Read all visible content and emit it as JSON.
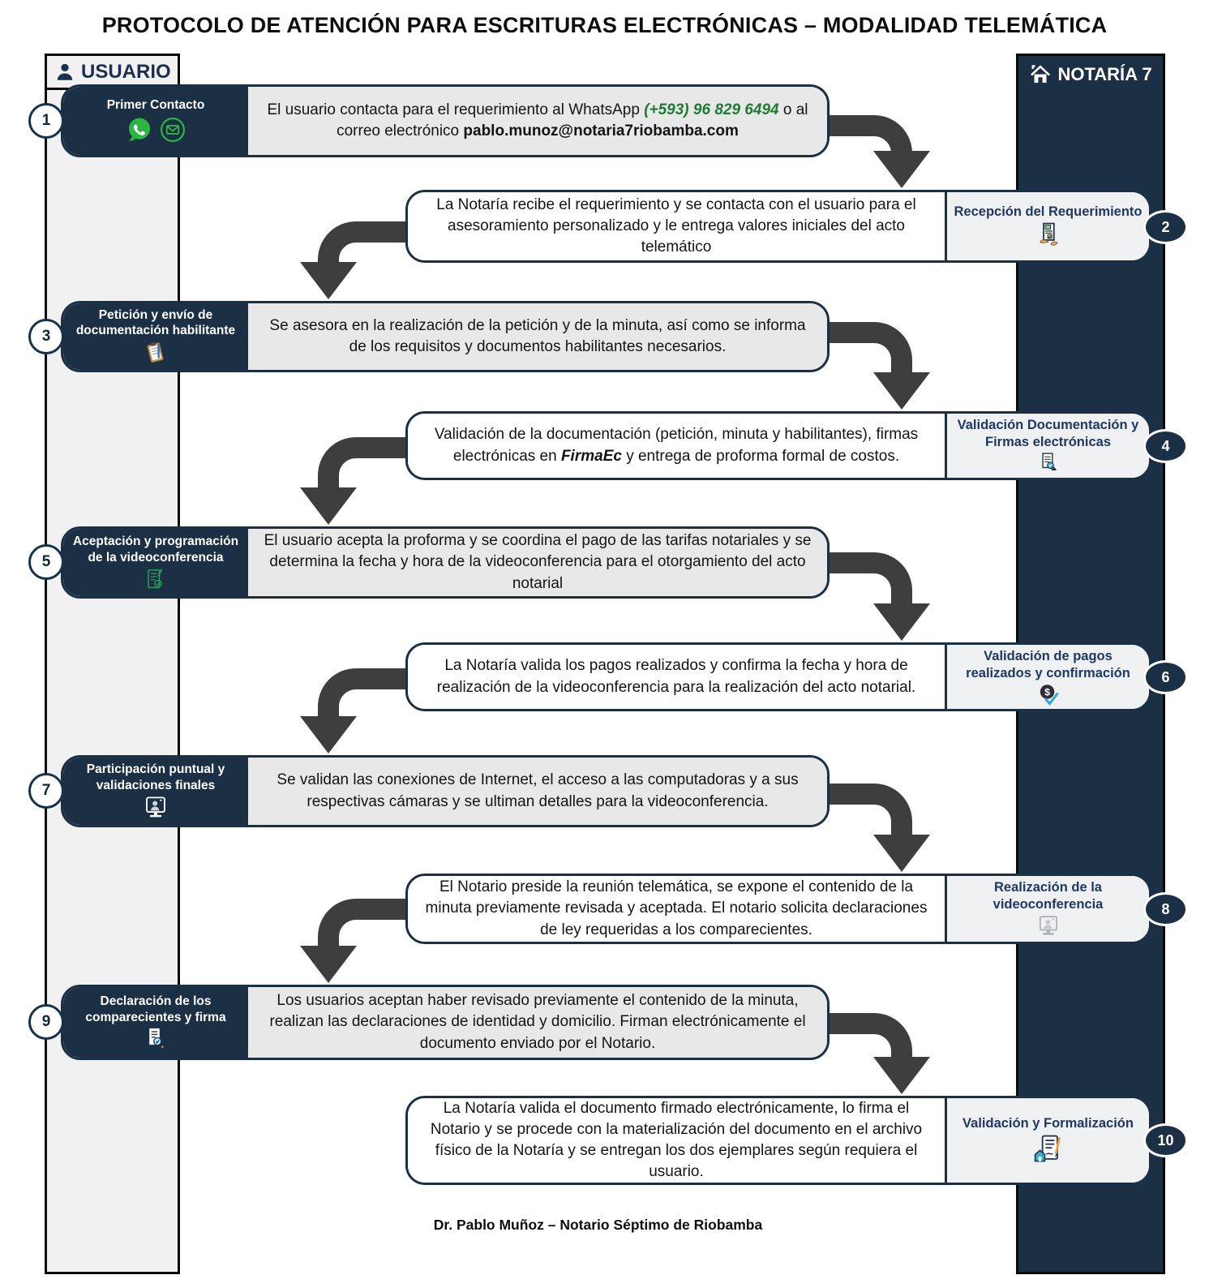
{
  "title": "PROTOCOLO DE ATENCIÓN PARA ESCRITURAS ELECTRÓNICAS – MODALIDAD TELEMÁTICA",
  "user_column": {
    "label": "USUARIO",
    "icon": "user-icon"
  },
  "notaria_column": {
    "label": "NOTARÍA 7",
    "icon": "house-icon"
  },
  "footer": "Dr. Pablo Muñoz – Notario Séptimo de Riobamba",
  "colors": {
    "navy": "#1b2f45",
    "label_text_navy": "#1f3864",
    "whatsapp_green": "#2db742",
    "phone_text_green": "#1e7b34",
    "arrow_gray": "#3e3e3e",
    "user_column_gray": "#f1f1f1",
    "left_box_gray": "#e8e8e8"
  },
  "steps": [
    {
      "num": "1",
      "side": "left",
      "label": "Primer Contacto",
      "icons": [
        "whatsapp-icon",
        "email-icon"
      ],
      "text_prefix": "El usuario contacta para el requerimiento al WhatsApp ",
      "whatsapp": "(+593) 96 829 6494",
      "text_middle": " o al correo electrónico ",
      "email": "pablo.munoz@notaria7riobamba.com"
    },
    {
      "num": "2",
      "side": "right",
      "label": "Recepción del Requerimiento",
      "icons": [
        "receipt-in-hands-icon"
      ],
      "text": "La Notaría recibe el requerimiento y se contacta con el usuario para el asesoramiento personalizado y le entrega valores iniciales del acto telemático"
    },
    {
      "num": "3",
      "side": "left",
      "label": "Petición y envío de documentación habilitante",
      "icons": [
        "clipboard-pen-icon"
      ],
      "text": "Se asesora en la realización de la petición y de la minuta, así como se informa de los requisitos y documentos habilitantes necesarios."
    },
    {
      "num": "4",
      "side": "right",
      "label": "Validación Documentación y Firmas electrónicas",
      "icons": [
        "document-check-stamp-icon"
      ],
      "text_prefix": "Validación de la documentación (petición, minuta y habilitantes), firmas electrónicas en ",
      "brand": "FirmaEc",
      "text_suffix": " y entrega de proforma formal de costos."
    },
    {
      "num": "5",
      "side": "left",
      "label": "Aceptación y programación de la videoconferencia",
      "icons": [
        "document-pen-check-icon"
      ],
      "text": "El usuario acepta la proforma y se coordina el pago de las tarifas notariales y se determina la fecha y hora de la videoconferencia para el otorgamiento del acto notarial"
    },
    {
      "num": "6",
      "side": "right",
      "label": "Validación de pagos realizados y confirmación",
      "icons": [
        "dollar-check-icon"
      ],
      "text": "La Notaría valida los pagos realizados y confirma la fecha y hora de realización de la videoconferencia para la realización del acto notarial."
    },
    {
      "num": "7",
      "side": "left",
      "label": "Participación puntual y validaciones finales",
      "icons": [
        "videocall-monitor-icon"
      ],
      "text": "Se validan las conexiones de Internet, el acceso a las computadoras y a sus respectivas cámaras y se ultiman detalles para la videoconferencia."
    },
    {
      "num": "8",
      "side": "right",
      "label": "Realización de la videoconferencia",
      "icons": [
        "videocall-monitor-icon"
      ],
      "text": "El Notario preside la reunión telemática, se expone el contenido de la minuta previamente revisada y aceptada. El notario solicita declaraciones de ley requeridas a los comparecientes."
    },
    {
      "num": "9",
      "side": "left",
      "label": "Declaración de los comparecientes y firma",
      "icons": [
        "document-magnifier-icon"
      ],
      "text": "Los usuarios aceptan haber revisado previamente el contenido de la minuta, realizan las declaraciones de identidad y domicilio. Firman electrónicamente el documento enviado por el Notario."
    },
    {
      "num": "10",
      "side": "right",
      "label": "Validación y Formalización",
      "icons": [
        "house-document-pen-icon"
      ],
      "text": "La Notaría valida el documento firmado electrónicamente, lo firma el Notario y se procede con la materialización del documento en el archivo físico de la Notaría y se entregan los dos ejemplares según requiera el usuario."
    }
  ]
}
